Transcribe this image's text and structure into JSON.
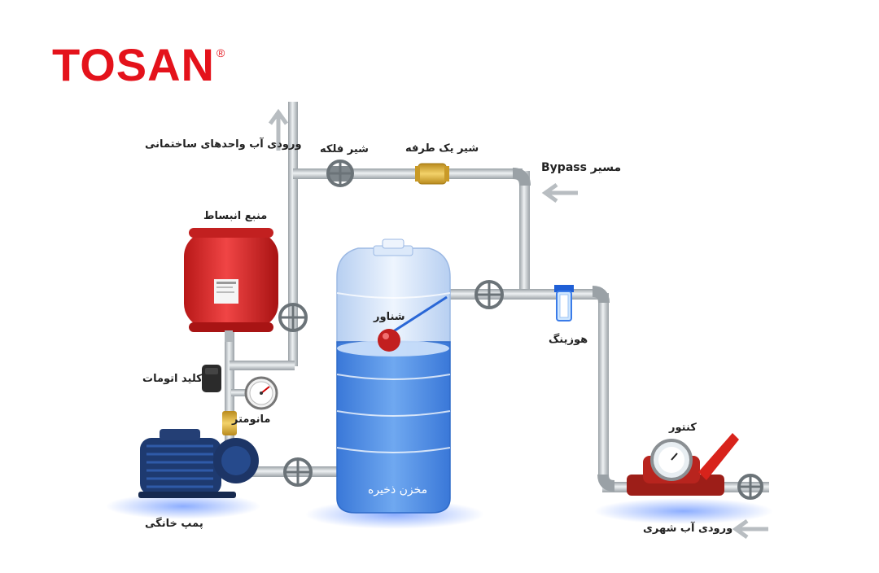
{
  "brand": {
    "logo_text": "TOSAN",
    "registered_mark": "®",
    "color": "#e4121b"
  },
  "labels": {
    "building_water_inlet": "ورودی آب واحدهای ساختمانی",
    "gate_valve": "شیر فلکه",
    "check_valve": "شیر یک طرفه",
    "bypass_route": "مسیر Bypass",
    "expansion_tank": "منبع انبساط",
    "float": "شناور",
    "water_filter": "هوزینگ",
    "pressure_switch": "کلید اتومات",
    "pressure_gauge": "مانومتر",
    "storage_tank": "مخزن ذخیره",
    "water_meter": "کنتور",
    "home_pump": "پمپ خانگی",
    "city_water_inlet": "ورودی آب شهری"
  },
  "colors": {
    "pipe": "#d5d9dc",
    "pipe_edge": "#9aa1a6",
    "expansion_tank": "#e02a2a",
    "water": "#4e8fe6",
    "tank_empty": "#dbe9fb",
    "brass": "#e0b23a",
    "pump": "#1f3f78",
    "meter": "#b8241e"
  }
}
